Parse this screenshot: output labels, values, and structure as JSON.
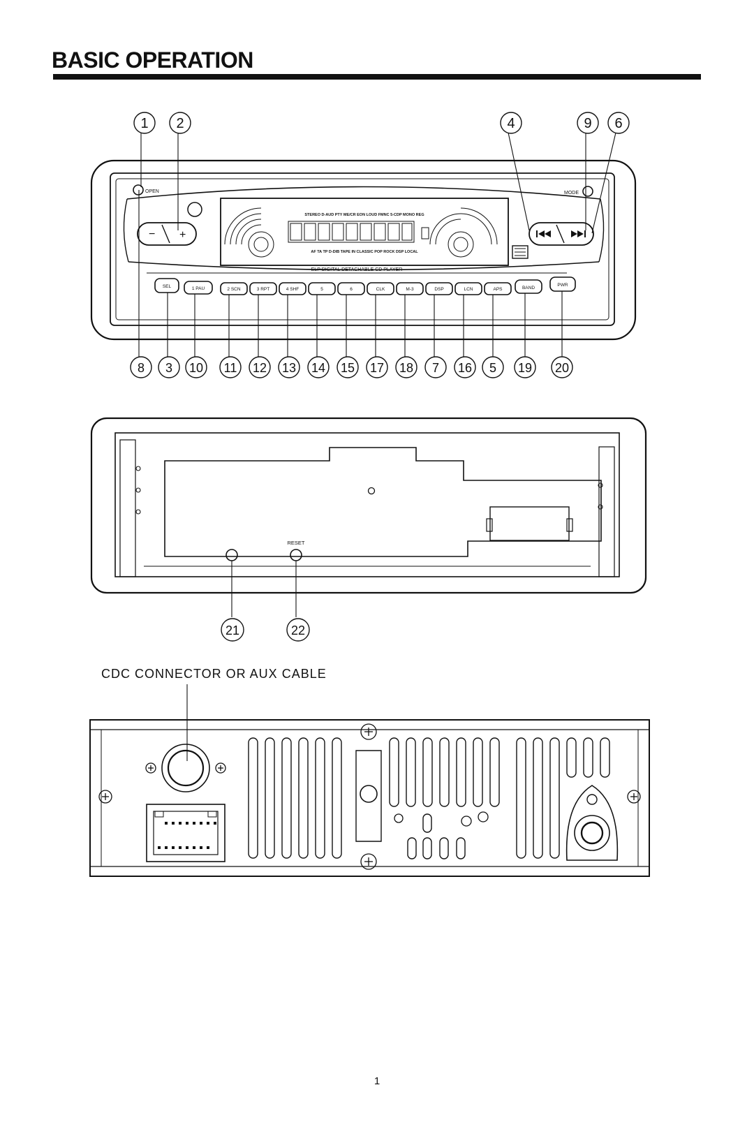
{
  "heading": {
    "title": "BASIC OPERATION"
  },
  "front_panel": {
    "top_callouts": [
      "1",
      "2",
      "4",
      "9",
      "6"
    ],
    "bottom_callouts": [
      "8",
      "3",
      "10",
      "11",
      "12",
      "13",
      "14",
      "15",
      "17",
      "18",
      "7",
      "16",
      "5",
      "19",
      "20"
    ],
    "open_label": "OPEN",
    "mode_label": "MODE",
    "bottom_strip_text": "ELP DIGITAL DETACHABLE CD PLAYER",
    "display_top_text": "STEREO D-AUD PTY ME/CR EON LOUD FMNC 5-CDP MONO REG",
    "display_bottom_text": "AF TA TP D-DIB TAPE IN CLASSIC POP ROCK DSP LOCAL",
    "volume_minus": "−",
    "volume_plus": "+",
    "buttons": [
      "SEL",
      "1 PAU",
      "2 SCN",
      "3 RPT",
      "4 SHF",
      "5",
      "6",
      "CLK",
      "M-3",
      "DSP",
      "LCN",
      "APS",
      "BAND",
      "PWR"
    ]
  },
  "chassis": {
    "reset_label": "RESET",
    "callouts": [
      "21",
      "22"
    ]
  },
  "rear_panel": {
    "caption": "CDC CONNECTOR OR AUX CABLE"
  },
  "footer": {
    "page_number": "1"
  }
}
